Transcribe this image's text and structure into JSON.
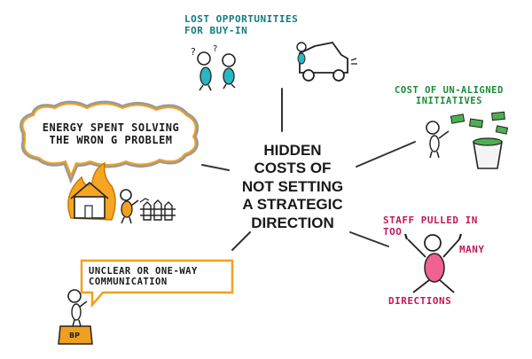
{
  "center": {
    "lines": [
      "HIDDEN",
      "COSTS OF",
      "NOT SETTING",
      "A STRATEGIC",
      "DIRECTION"
    ]
  },
  "branches": {
    "buy_in": {
      "lines": [
        "LOST OPPORTUNITIES",
        "FOR BUY-IN"
      ],
      "color": "#157a80"
    },
    "initiatives": {
      "lines": [
        "COST OF UN-ALIGNED",
        "INITIATIVES"
      ],
      "color": "#1d8a3a"
    },
    "energy": {
      "lines": [
        "ENERGY SPENT SOLVING",
        "THE WRON G PROBLEM"
      ],
      "color": "#f0a020"
    },
    "staff": {
      "lines": [
        "STAFF PULLED IN",
        "TOO",
        "MANY",
        "DIRECTIONS"
      ],
      "color": "#c2185b"
    },
    "communication": {
      "lines": [
        "UNCLEAR OR ONE-WAY",
        "COMMUNICATION"
      ],
      "color": "#f0a020"
    }
  },
  "icons": {
    "soapbox_label": "BP"
  }
}
